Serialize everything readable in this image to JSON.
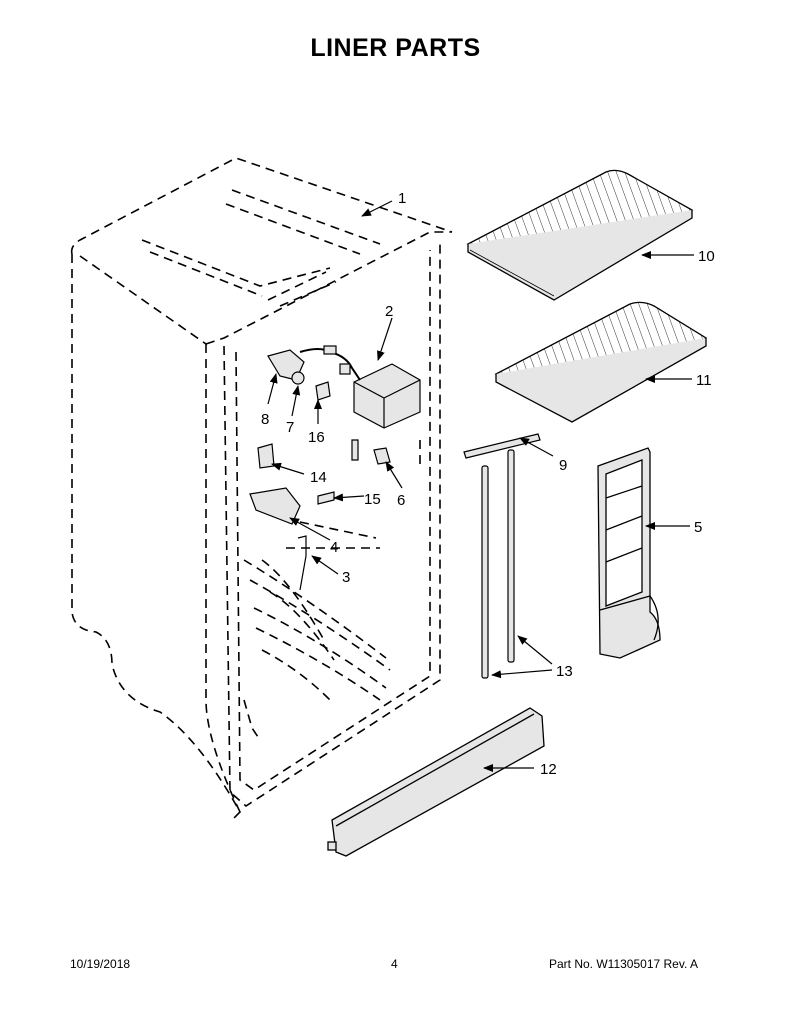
{
  "title": "LINER PARTS",
  "callouts": [
    {
      "id": "1",
      "label": "1"
    },
    {
      "id": "2",
      "label": "2"
    },
    {
      "id": "3",
      "label": "3"
    },
    {
      "id": "4",
      "label": "4"
    },
    {
      "id": "5",
      "label": "5"
    },
    {
      "id": "6",
      "label": "6"
    },
    {
      "id": "7",
      "label": "7"
    },
    {
      "id": "8",
      "label": "8"
    },
    {
      "id": "9",
      "label": "9"
    },
    {
      "id": "10",
      "label": "10"
    },
    {
      "id": "11",
      "label": "11"
    },
    {
      "id": "12",
      "label": "12"
    },
    {
      "id": "13",
      "label": "13"
    },
    {
      "id": "14",
      "label": "14"
    },
    {
      "id": "15",
      "label": "15"
    },
    {
      "id": "16",
      "label": "16"
    }
  ],
  "footer": {
    "date": "10/19/2018",
    "page_number": "4",
    "part_number": "Part No.  W11305017  Rev.  A"
  },
  "colors": {
    "line": "#000000",
    "part_fill": "#e6e6e6",
    "background": "#ffffff"
  }
}
